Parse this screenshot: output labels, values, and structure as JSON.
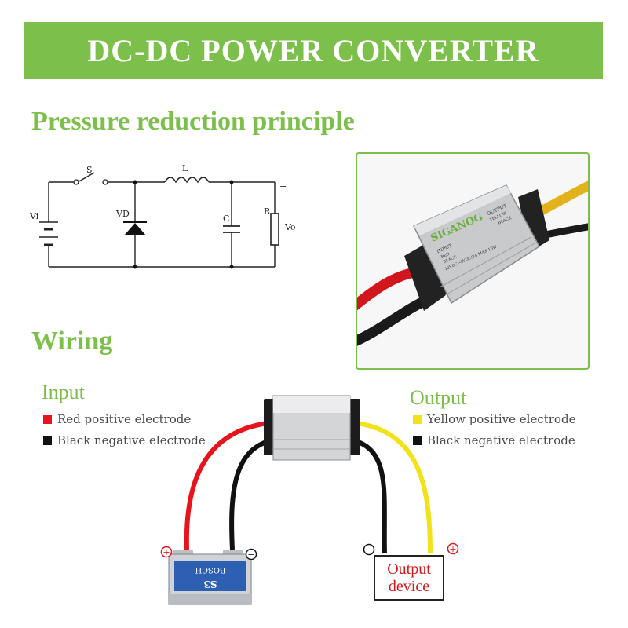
{
  "banner": {
    "title": "DC-DC POWER CONVERTER"
  },
  "headings": {
    "pressure": "Pressure reduction principle",
    "wiring": "Wiring"
  },
  "circuit": {
    "S": "S",
    "L": "L",
    "Vi": "Vi",
    "VD": "VD",
    "C": "C",
    "R": "R",
    "Vo": "Vo",
    "plus": "+"
  },
  "photo": {
    "brand": "SIGANOG",
    "input_label": "INPUT",
    "red_label": "RED",
    "black_label": "BLACK",
    "output_label": "OUTPUT",
    "yellow_label": "YELLOW",
    "black_out_label": "BLACK",
    "spec": "12VDC→5VDC/3A MAX 15W"
  },
  "wiring": {
    "input_title": "Input",
    "output_title": "Output",
    "input_items": [
      {
        "color": "#e8141b",
        "label": "Red positive electrode"
      },
      {
        "color": "#111111",
        "label": "Black negative electrode"
      }
    ],
    "output_items": [
      {
        "color": "#f2e21a",
        "label": "Yellow positive electrode"
      },
      {
        "color": "#111111",
        "label": "Black negative electrode"
      }
    ],
    "battery": {
      "brand": "BOSCH",
      "model": "S3"
    },
    "output_device": {
      "line1": "Output",
      "line2": "device"
    },
    "terminal_plus": "+",
    "terminal_minus": "−"
  },
  "colors": {
    "accent": "#7cc04b",
    "red_wire": "#e8141b",
    "yellow_wire": "#f2e21a",
    "black_wire": "#111111"
  }
}
